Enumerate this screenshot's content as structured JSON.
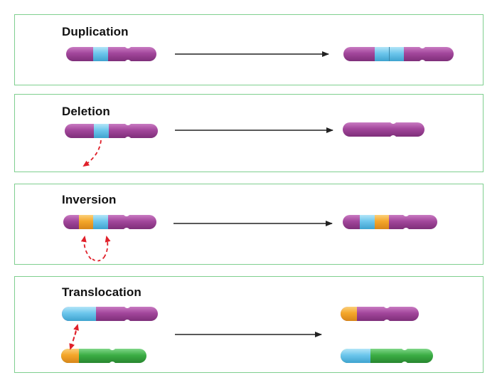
{
  "panels": [
    {
      "id": "duplication",
      "title": "Duplication"
    },
    {
      "id": "deletion",
      "title": "Deletion"
    },
    {
      "id": "inversion",
      "title": "Inversion"
    },
    {
      "id": "translocation",
      "title": "Translocation"
    }
  ],
  "colors": {
    "purple": "#a2469b",
    "blue": "#6cc6ec",
    "orange": "#f4a62a",
    "green": "#3cae45",
    "arrow": "#222222",
    "dashed": "#e0202a",
    "border": "#7fcf8f"
  }
}
